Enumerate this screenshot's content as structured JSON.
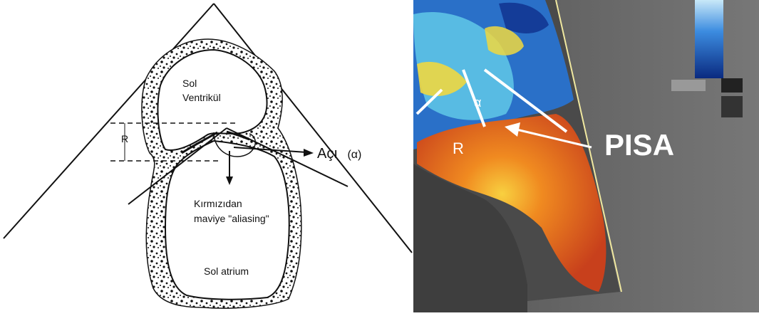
{
  "diagram": {
    "labels": {
      "left_ventricle": [
        "Sol",
        "Ventrikül"
      ],
      "radius": "R",
      "angle": "Açı",
      "angle_symbol": "(α)",
      "aliasing": [
        "Kırmızıdan",
        "maviye \"aliasing\""
      ],
      "left_atrium": "Sol atrium"
    }
  },
  "echo_image": {
    "labels": {
      "angle_symbol": "α",
      "radius": "R",
      "pisa": "PISA"
    },
    "colors": {
      "flow_red": "#e8501c",
      "flow_yellow": "#f0d840",
      "flow_blue": "#2a70c8",
      "flow_cyan": "#60c8e8",
      "background_gray": "#6a6a6a",
      "sector_edge": "#f0e8a0"
    }
  }
}
